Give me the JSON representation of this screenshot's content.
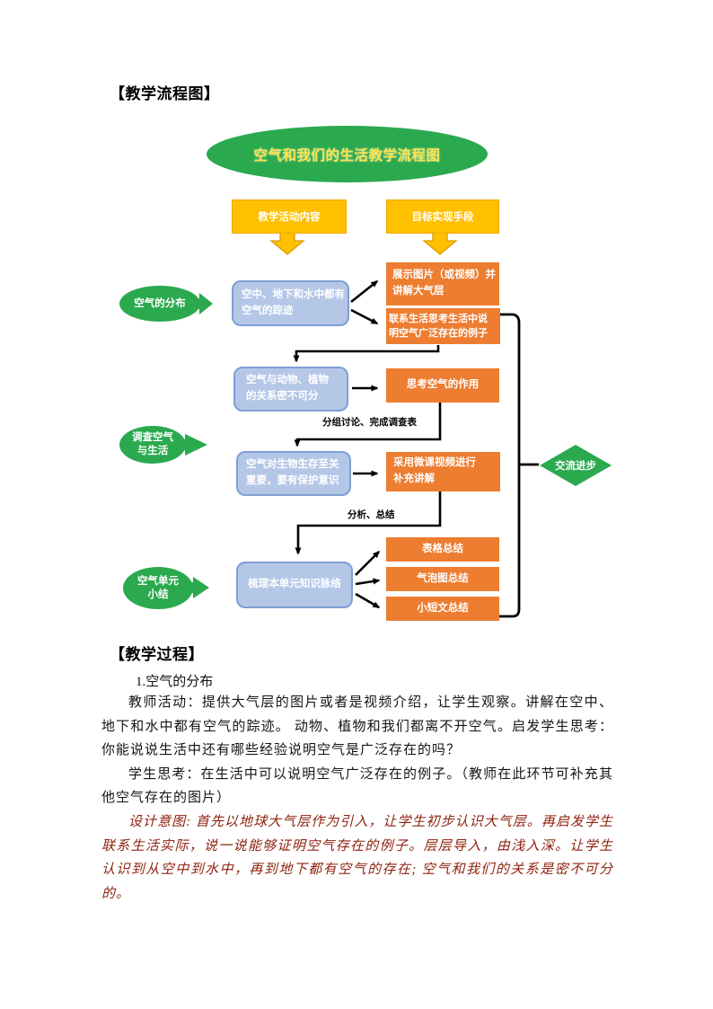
{
  "page": {
    "flow_section_title": "【教学流程图】",
    "process_section_title": "【教学过程】",
    "subsection": "1.空气的分布"
  },
  "flowchart": {
    "title": "空气和我们的生活教学流程图",
    "header_left": "教学活动内容",
    "header_right": "目标实现手段",
    "stage1": "空气的分布",
    "stage2": "调查空气\n与生活",
    "stage3": "空气单元\n小结",
    "blue1": "空中、地下和水中都有\n空气的踪迹",
    "blue2": "空气与动物、植物\n的关系密不可分",
    "blue3": "空气对生物生存至关\n重要，要有保护意识",
    "blue4": "梳理本单元知识脉络",
    "orange1": "展示图片（或视频）并\n讲解大气层",
    "orange2": "联系生活思考生活中说\n明空气广泛存在的例子",
    "orange3": "思考空气的作用",
    "orange4": "采用微课视频进行\n补充讲解",
    "orange5": "表格总结",
    "orange6": "气泡图总结",
    "orange7": "小短文总结",
    "edge_label1": "分组讨论、完成调查表",
    "edge_label2": "分析、总结",
    "diamond": "交流进步",
    "colors": {
      "green": "#2BA94F",
      "yellow_box": "#FFC000",
      "orange_box": "#ED7D31",
      "blue_fill": "#B4C7E7",
      "blue_border": "#7F9FD6",
      "title_text": "#FFE34D",
      "connector": "#000000"
    }
  },
  "paragraphs": {
    "teacher": "教师活动：提供大气层的图片或者是视频介绍，让学生观察。讲解在空中、地下和水中都有空气的踪迹。 动物、植物和我们都离不开空气。启发学生思考：你能说说生活中还有哪些经验说明空气是广泛存在的吗？",
    "student": "学生思考：在生活中可以说明空气广泛存在的例子。（教师在此环节可补充其他空气存在的图片）",
    "design": "设计意图: 首先以地球大气层作为引入，让学生初步认识大气层。再启发学生联系生活实际，说一说能够证明空气存在的例子。层层导入，由浅入深。让学生认识到从空中到水中，再到地下都有空气的存在; 空气和我们的关系是密不可分的。",
    "design_color": "#8E1F0B"
  }
}
